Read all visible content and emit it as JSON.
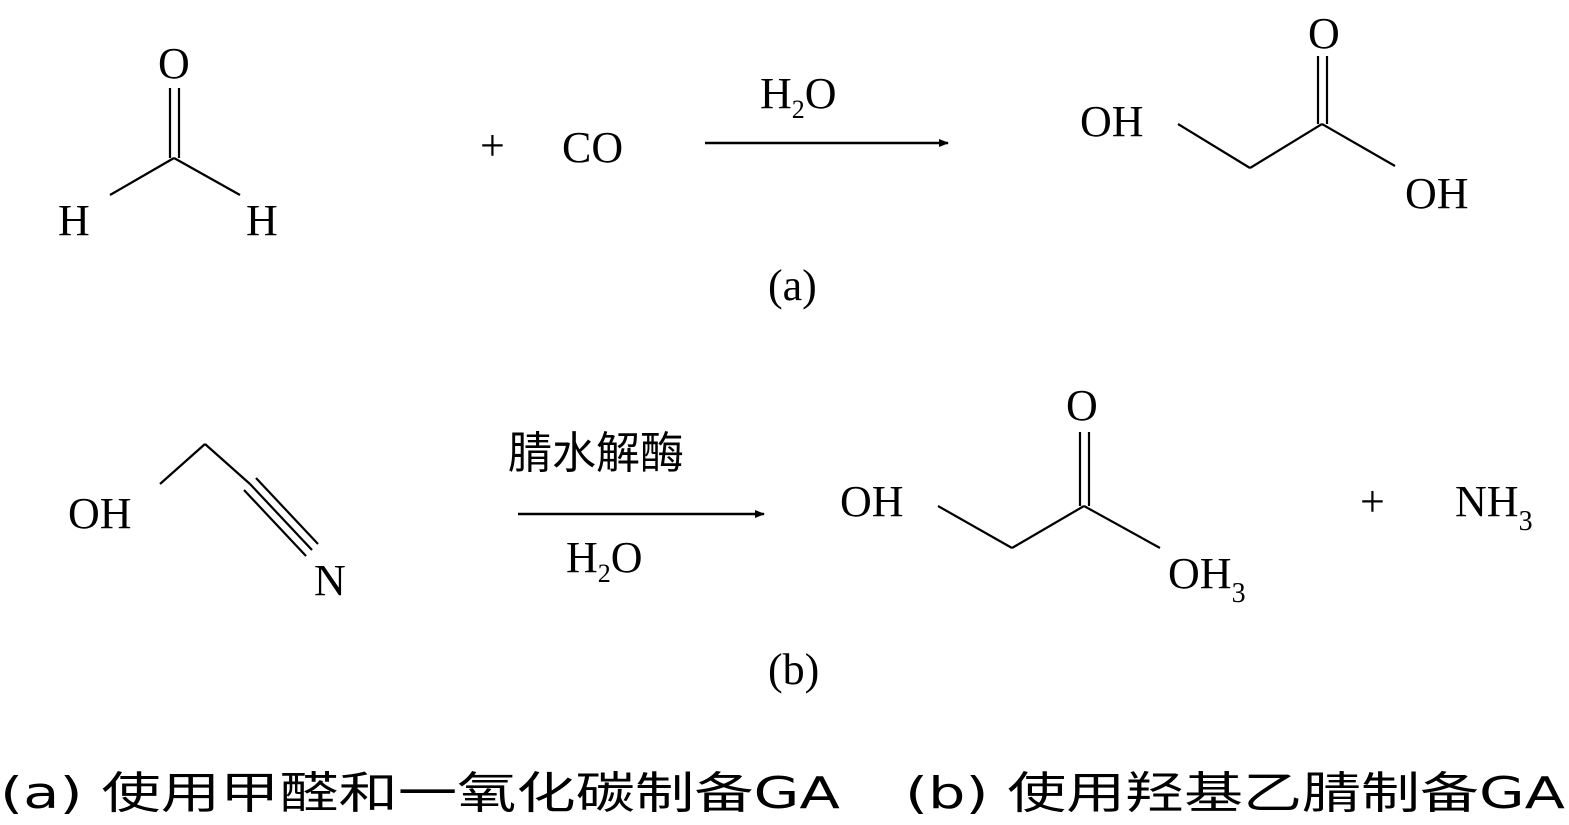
{
  "reaction_a": {
    "reactant1": {
      "o": "O",
      "h_left": "H",
      "h_right": "H"
    },
    "plus": "+",
    "reactant2": "CO",
    "condition_top": {
      "main": "H",
      "sub": "2",
      "tail": "O"
    },
    "product": {
      "o": "O",
      "oh_left": "OH",
      "oh_right": "OH"
    },
    "tag": "(a)"
  },
  "reaction_b": {
    "reactant": {
      "oh": "OH",
      "n": "N"
    },
    "condition_top": "腈水解酶",
    "condition_bottom": {
      "main": "H",
      "sub": "2",
      "tail": "O"
    },
    "product": {
      "o": "O",
      "oh_left": "OH",
      "oh_right_main": "OH",
      "oh_right_sub": "3"
    },
    "plus": "+",
    "byproduct": {
      "main": "NH",
      "sub": "3"
    },
    "tag": "(b)"
  },
  "caption": {
    "a": "(a) 使用甲醛和一氧化碳制备GA",
    "b": "(b) 使用羟基乙腈制备GA"
  }
}
